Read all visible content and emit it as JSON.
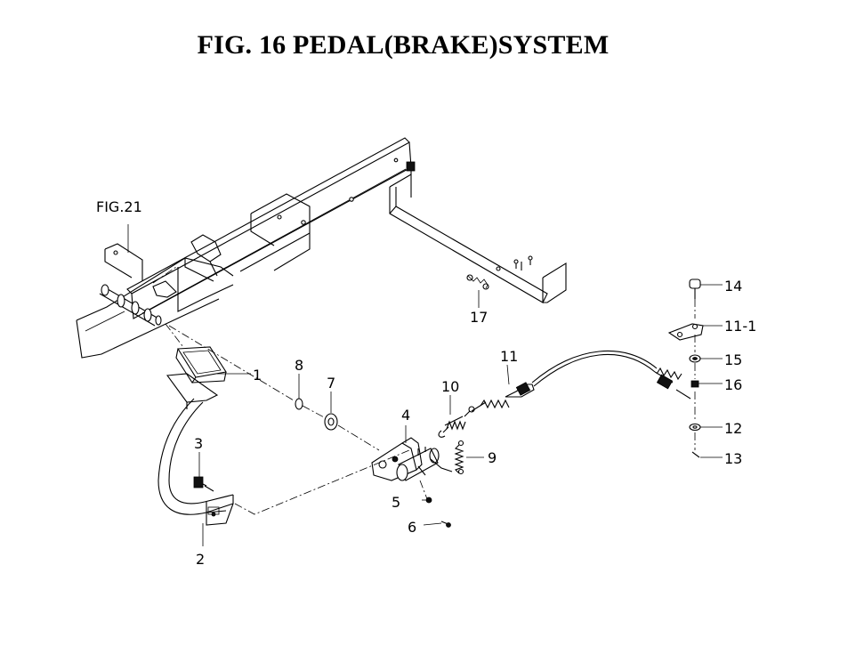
{
  "title": "FIG. 16  PEDAL(BRAKE)SYSTEM",
  "reference": "FIG.21",
  "callouts": {
    "c1": "1",
    "c2": "2",
    "c3": "3",
    "c4": "4",
    "c5": "5",
    "c6": "6",
    "c7": "7",
    "c8": "8",
    "c9": "9",
    "c10": "10",
    "c11": "11",
    "c11_1": "11-1",
    "c12": "12",
    "c13": "13",
    "c14": "14",
    "c15": "15",
    "c16": "16",
    "c17": "17"
  }
}
